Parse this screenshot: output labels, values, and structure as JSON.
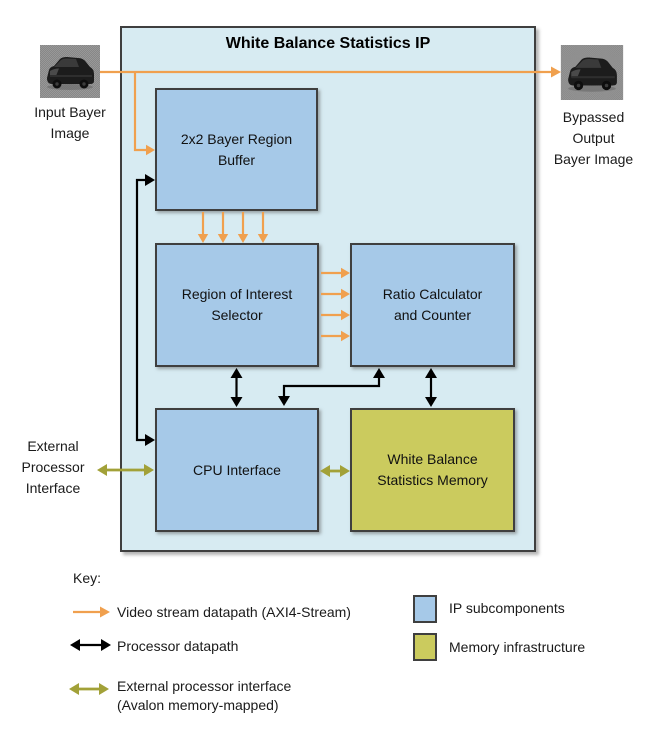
{
  "diagram": {
    "title": "White Balance Statistics IP",
    "input_image_label": "Input Bayer\nImage",
    "output_image_label": "Bypassed\nOutput\nBayer Image",
    "external_interface_label": "External\nProcessor\nInterface",
    "blocks": {
      "bayer_buffer": {
        "label": "2x2 Bayer Region\nBuffer"
      },
      "roi_selector": {
        "label": "Region of Interest\nSelector"
      },
      "ratio_calculator": {
        "label": "Ratio Calculator\nand Counter"
      },
      "cpu_interface": {
        "label": "CPU Interface"
      },
      "wb_memory": {
        "label": "White Balance\nStatistics Memory"
      }
    }
  },
  "key": {
    "heading": "Key:",
    "arrow_items": [
      {
        "label": "Video stream datapath (AXI4-Stream)",
        "arrow": "orange-single"
      },
      {
        "label": "Processor datapath",
        "arrow": "black-double"
      },
      {
        "label": "External processor interface\n(Avalon memory-mapped)",
        "arrow": "olive-double"
      }
    ],
    "swatch_items": [
      {
        "label": "IP subcomponents",
        "color": "#A6C9E8"
      },
      {
        "label": "Memory infrastructure",
        "color": "#CBCB5E"
      }
    ]
  },
  "colors": {
    "container_bg": "#D7EBF2",
    "ip_block": "#A6C9E8",
    "memory_block": "#CBCB5E",
    "video_stream_arrow": "#F0A04E",
    "processor_arrow": "#000000",
    "external_interface_arrow": "#A2A138",
    "border": "#3F3F3F"
  }
}
